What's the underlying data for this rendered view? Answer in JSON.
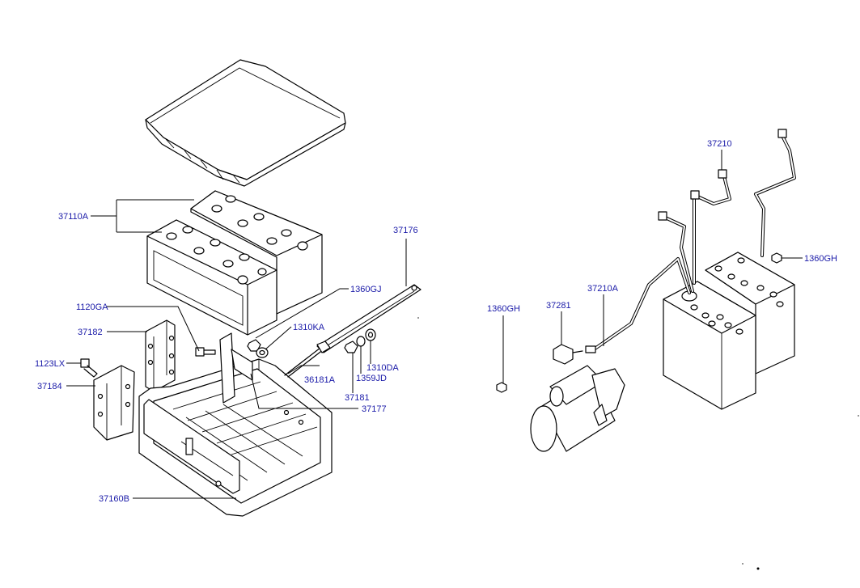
{
  "labels": {
    "l37110A": "37110A",
    "l1120GA": "1120GA",
    "l37182": "37182",
    "l1123LX": "1123LX",
    "l37184": "37184",
    "l37160B": "37160B",
    "l1360GJ": "1360GJ",
    "l1310KA": "1310KA",
    "l36181A": "36181A",
    "l37176": "37176",
    "l1310DA": "1310DA",
    "l1359JD": "1359JD",
    "l37181": "37181",
    "l37177": "37177",
    "l1360GH_left": "1360GH",
    "l37281": "37281",
    "l37210A": "37210A",
    "l37210": "37210",
    "l1360GH_right": "1360GH"
  }
}
